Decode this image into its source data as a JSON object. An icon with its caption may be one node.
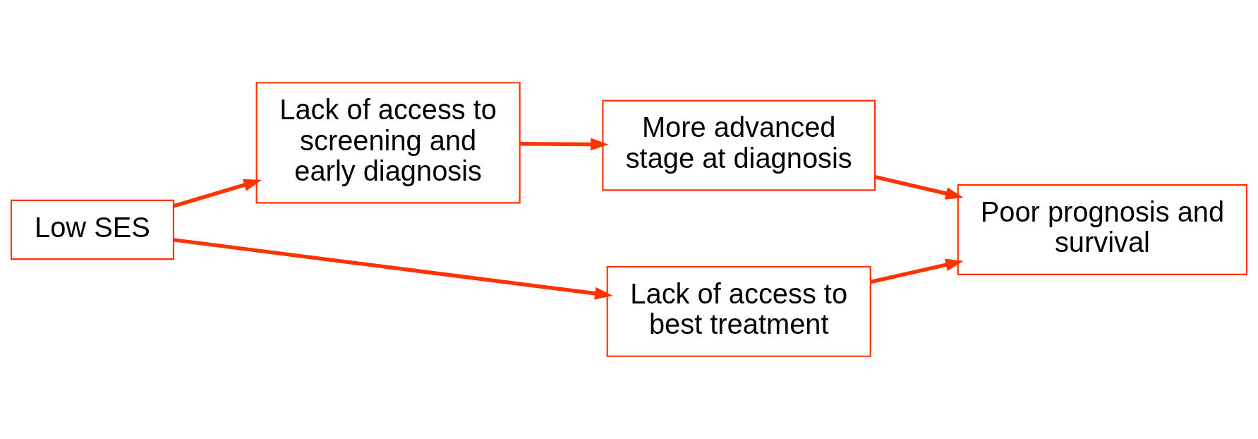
{
  "diagram": {
    "nodes": [
      {
        "text": [
          "Low SES"
        ]
      },
      {
        "text": [
          "Lack of access to screening and early diagnosis"
        ]
      },
      {
        "text": [
          "More advanced stage at diagnosis"
        ]
      },
      {
        "text": [
          "Poor prognosis and survival"
        ]
      },
      {
        "text": [
          "Lack of access to best treatment"
        ]
      }
    ],
    "edges": [
      {
        "from": 0,
        "to": 1,
        "arrow": "to"
      },
      {
        "from": 1,
        "to": 2,
        "arrow": "to"
      },
      {
        "from": 2,
        "to": 3,
        "arrow": "to"
      },
      {
        "from": 0,
        "to": 4,
        "arrow": "to"
      },
      {
        "from": 4,
        "to": 3,
        "arrow": "to"
      }
    ]
  }
}
